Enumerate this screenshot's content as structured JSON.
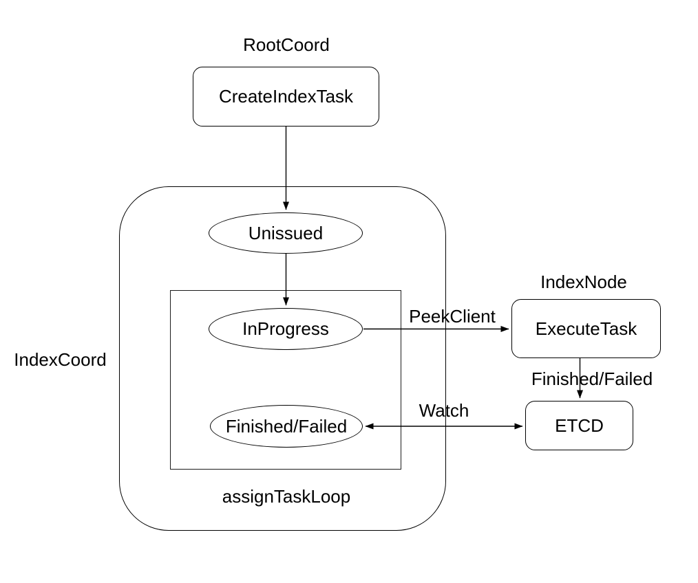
{
  "diagram": {
    "group_labels": {
      "root_coord": "RootCoord",
      "index_coord": "IndexCoord",
      "index_node": "IndexNode",
      "assign_task_loop": "assignTaskLoop"
    },
    "nodes": {
      "create_index_task": "CreateIndexTask",
      "unissued": "Unissued",
      "in_progress": "InProgress",
      "finished_failed": "Finished/Failed",
      "execute_task": "ExecuteTask",
      "etcd": "ETCD"
    },
    "edge_labels": {
      "peek_client": "PeekClient",
      "finished_failed": "Finished/Failed",
      "watch": "Watch"
    },
    "colors": {
      "stroke": "#000000",
      "fill": "#ffffff",
      "text": "#000000",
      "background": "#ffffff"
    }
  }
}
